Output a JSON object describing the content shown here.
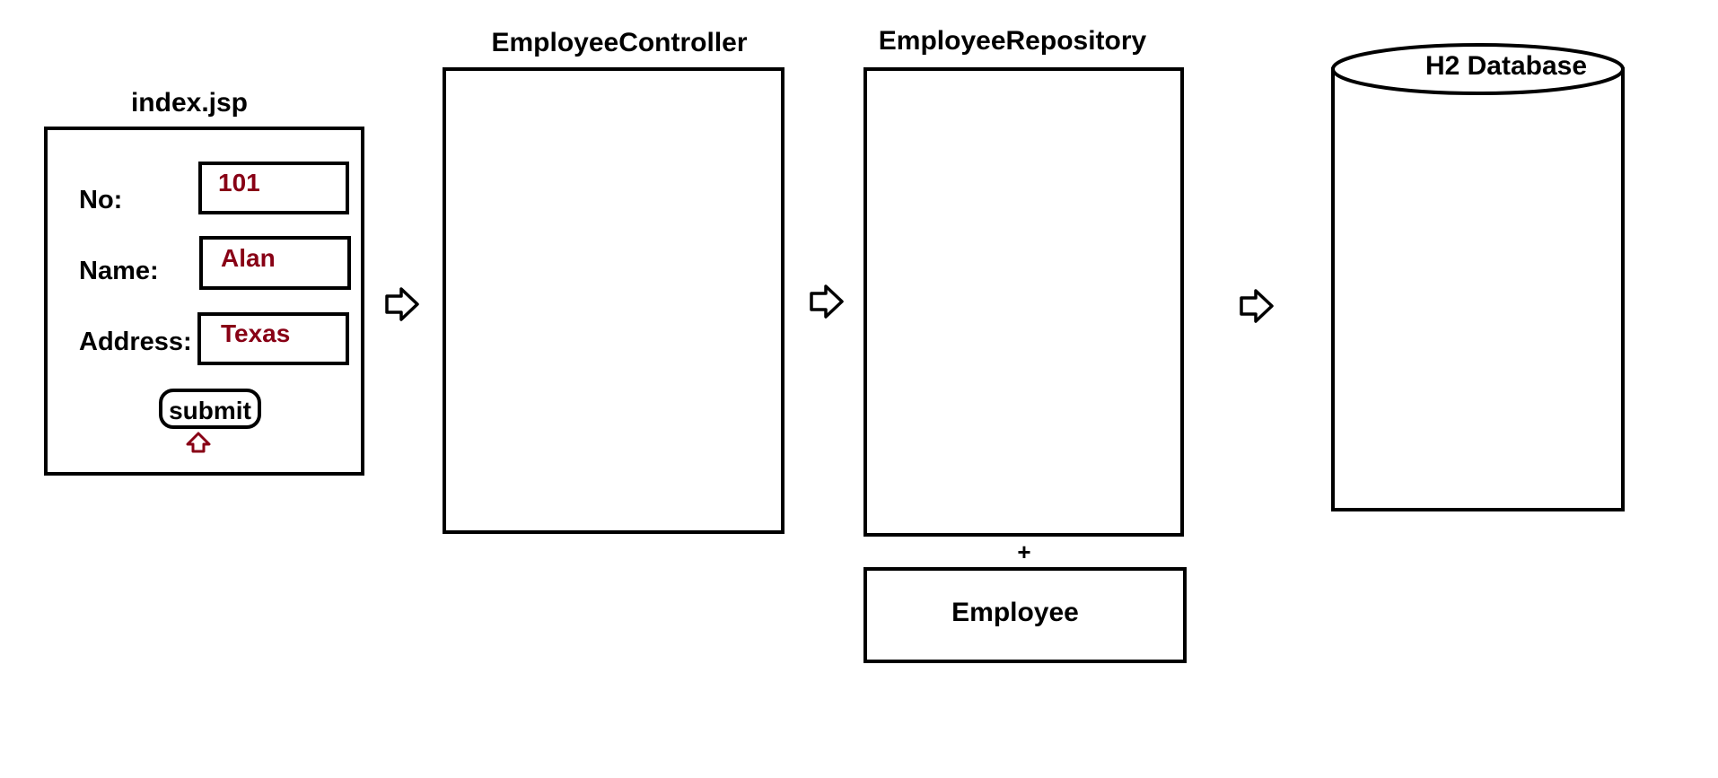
{
  "colors": {
    "stroke": "#000000",
    "value_text": "#880015",
    "arrow_accent": "#880015",
    "background": "#ffffff"
  },
  "form": {
    "title": "index.jsp",
    "fields": [
      {
        "label": "No:",
        "value": "101"
      },
      {
        "label": "Name:",
        "value": "Alan"
      },
      {
        "label": "Address:",
        "value": "Texas"
      }
    ],
    "submit_label": "submit",
    "submit_indicator_icon": "up-arrow-icon"
  },
  "controller": {
    "title": "EmployeeController"
  },
  "repository": {
    "title": "EmployeeRepository"
  },
  "plus_sign": "+",
  "entity": {
    "label": "Employee"
  },
  "database": {
    "label": "H2 Database",
    "icon": "cylinder"
  },
  "flow_arrows": [
    {
      "from": "index.jsp",
      "to": "EmployeeController",
      "icon": "right-arrow-icon"
    },
    {
      "from": "EmployeeController",
      "to": "EmployeeRepository",
      "icon": "right-arrow-icon"
    },
    {
      "from": "EmployeeRepository",
      "to": "H2 Database",
      "icon": "right-arrow-icon"
    }
  ]
}
